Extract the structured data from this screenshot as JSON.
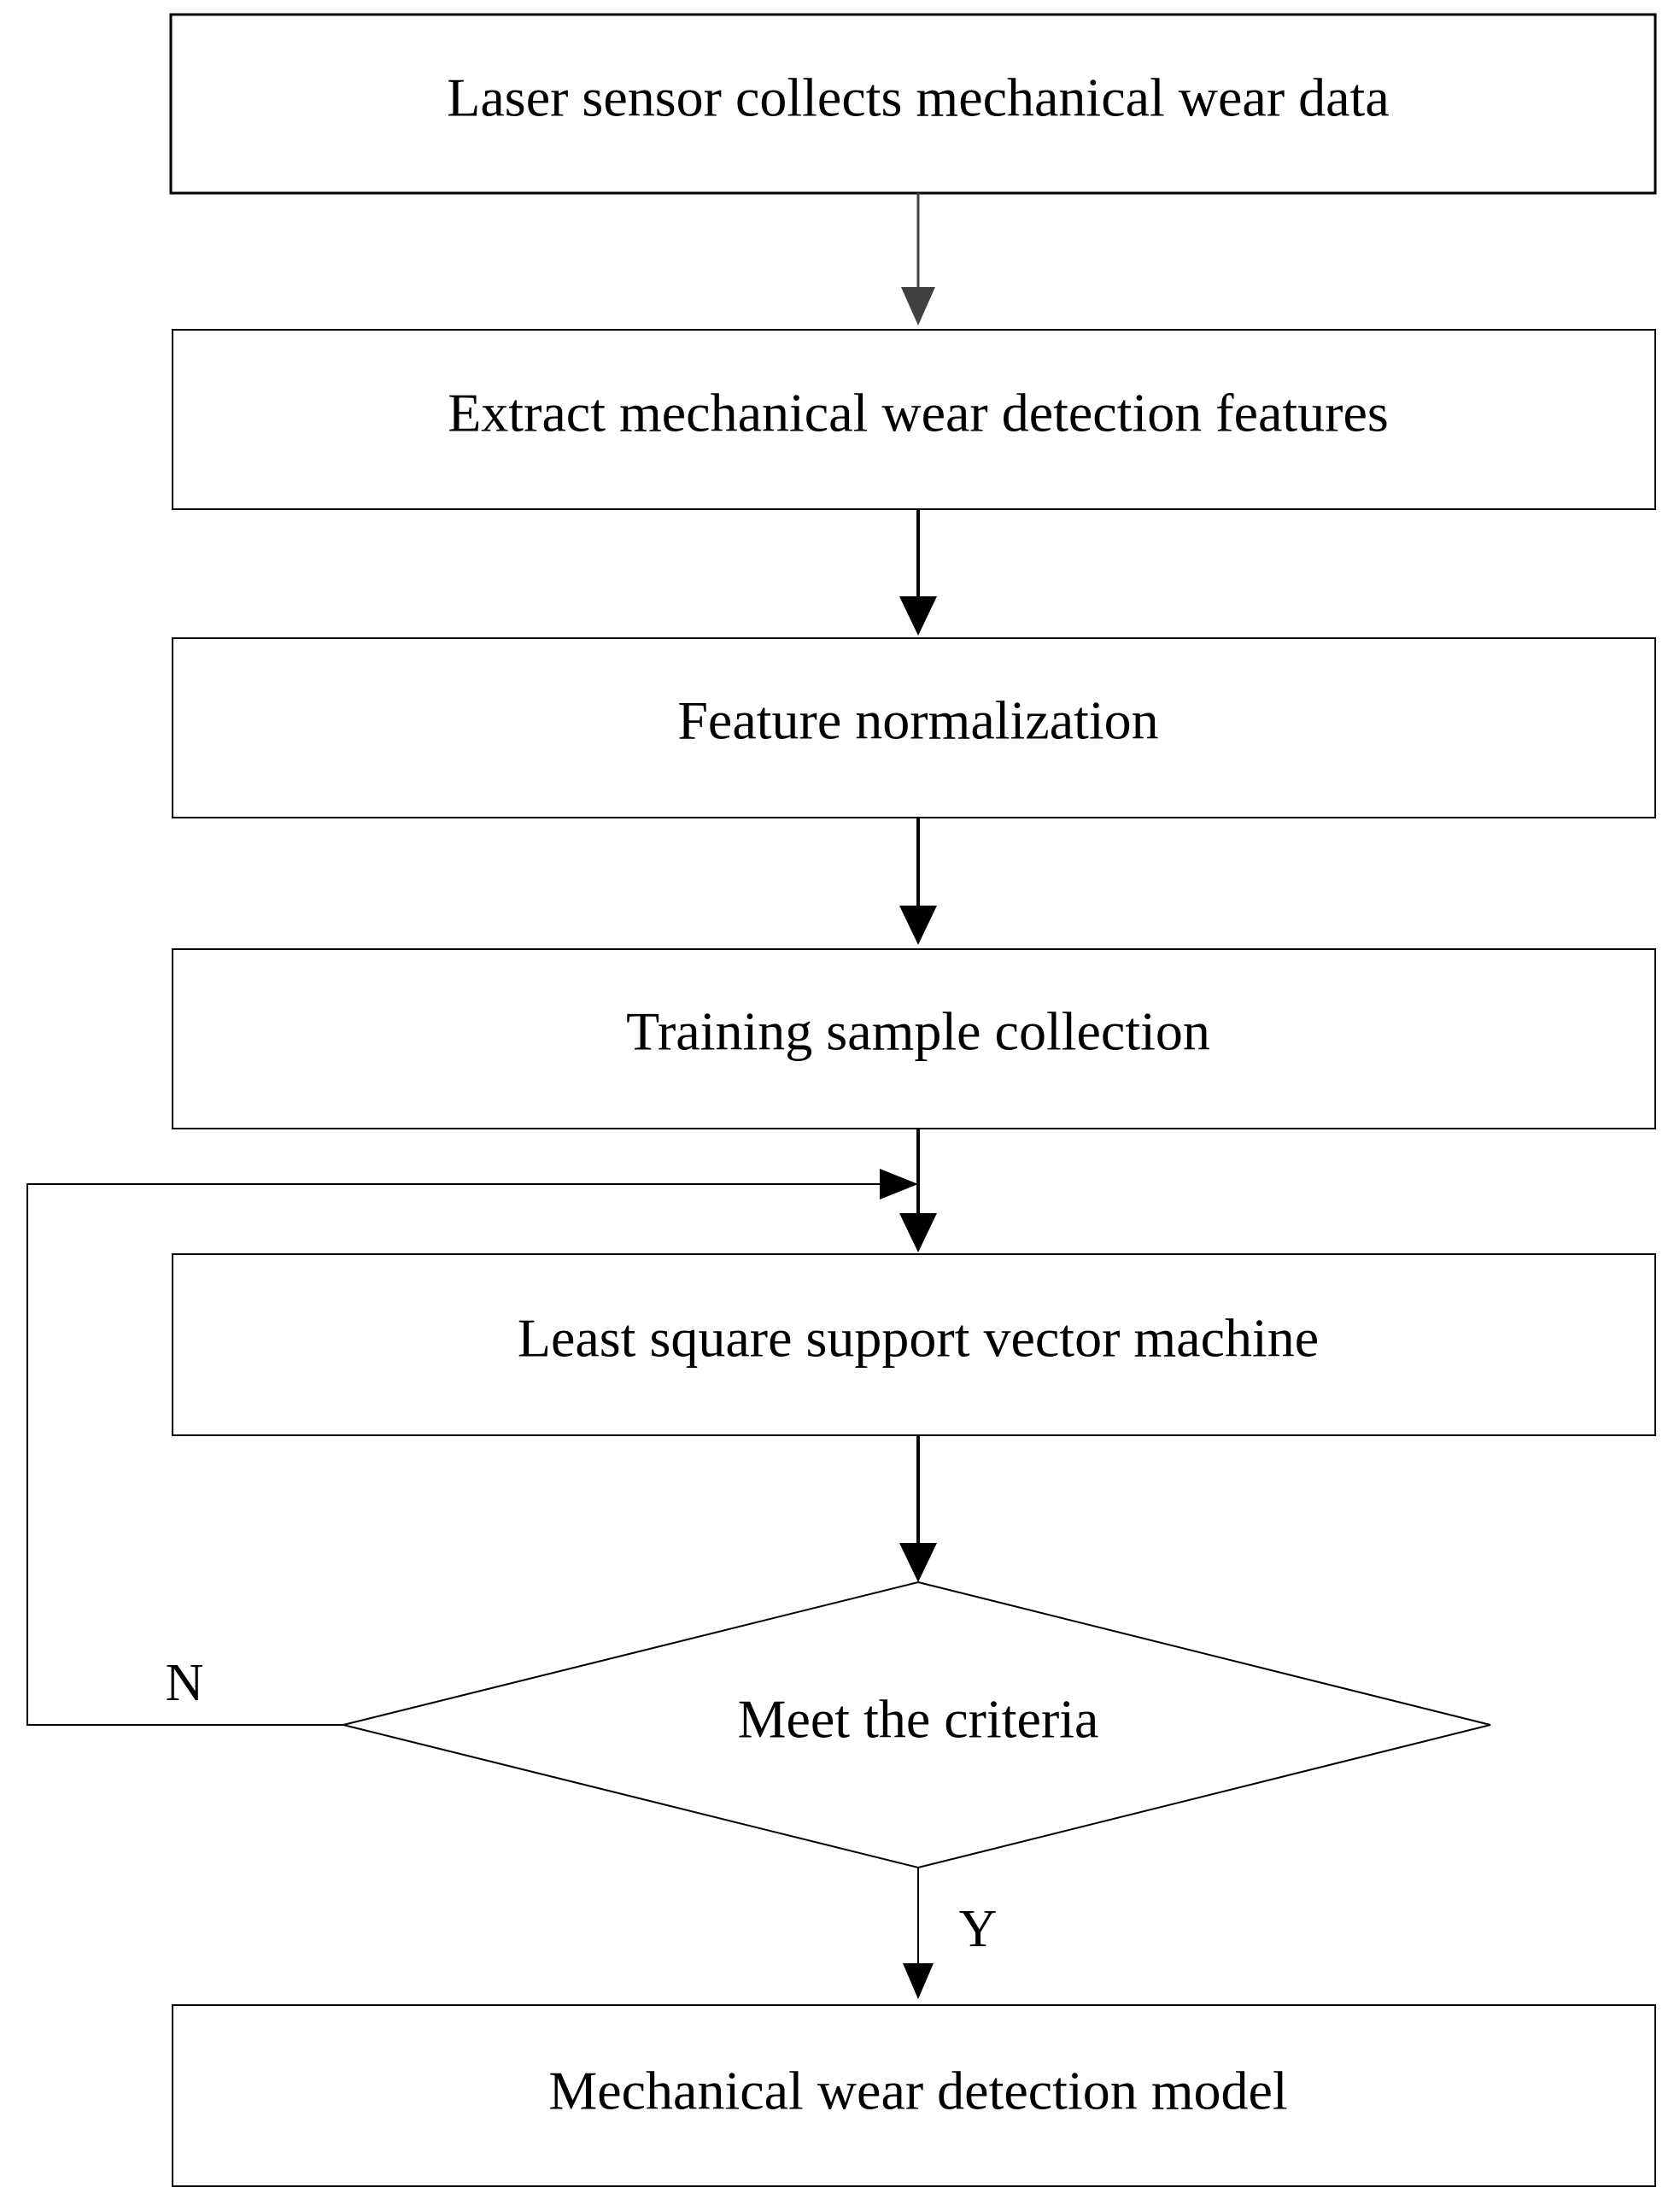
{
  "steps": [
    {
      "label": "Laser sensor collects mechanical wear data"
    },
    {
      "label": "Extract mechanical wear detection features"
    },
    {
      "label": "Feature normalization"
    },
    {
      "label": "Training sample collection"
    },
    {
      "label": "Least square support vector machine"
    },
    {
      "label": "Mechanical wear detection model"
    }
  ],
  "decision": {
    "label": "Meet the criteria",
    "no_label": "N",
    "yes_label": "Y"
  },
  "colors": {
    "stroke": "#000000",
    "first_arrow": "#404040",
    "background": "#ffffff"
  }
}
